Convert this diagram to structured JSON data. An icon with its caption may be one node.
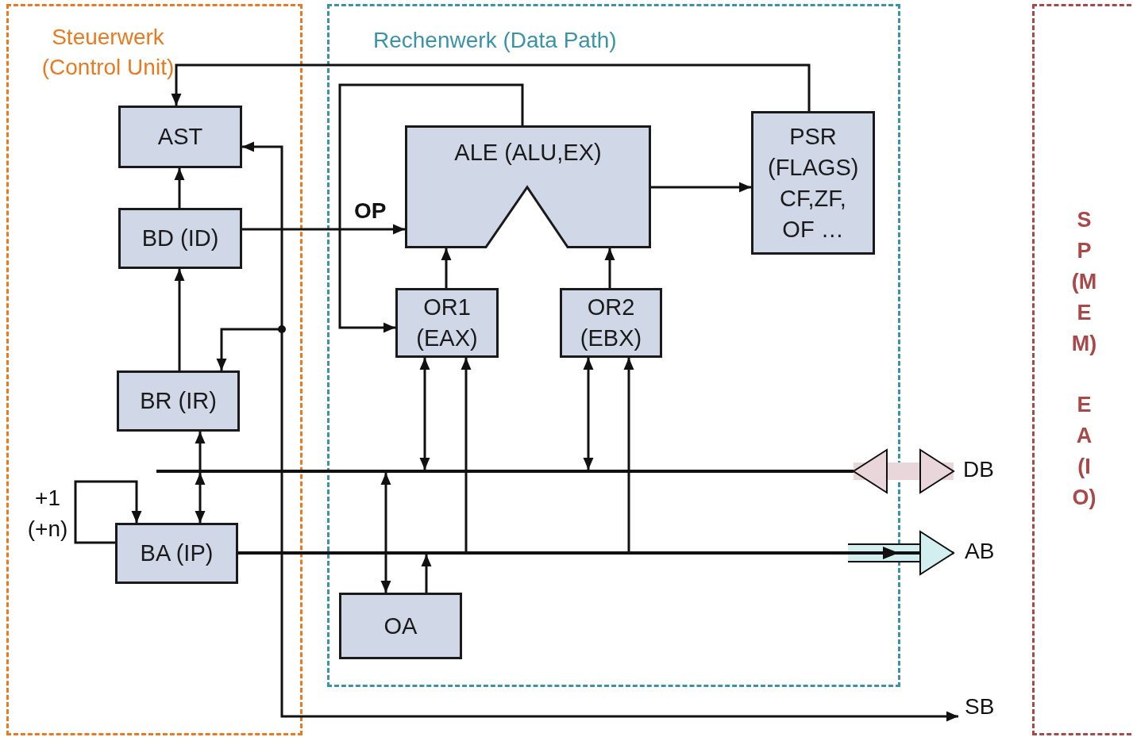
{
  "diagram": {
    "nodes": [
      {
        "text": [
          "Steuerwerk (Control Unit)"
        ]
      },
      {
        "text": [
          "AST"
        ],
        "in": 0
      },
      {
        "text": [
          "BD (ID)"
        ],
        "in": 0
      },
      {
        "text": [
          "BR (IR)"
        ],
        "in": 0
      },
      {
        "text": [
          "BA (IP)"
        ],
        "in": 0
      },
      {
        "text": [
          "Rechenwerk (Data Path)"
        ]
      },
      {
        "text": [
          "ALE (ALU,EX)"
        ],
        "in": 5
      },
      {
        "text": [
          "PSR (FLAGS) CF,ZF, OF …"
        ],
        "in": 5
      },
      {
        "text": [
          "OR1 (EAX)"
        ],
        "in": 5
      },
      {
        "text": [
          "OR2 (EBX)"
        ],
        "in": 5
      },
      {
        "text": [
          "OA"
        ],
        "in": 5
      },
      {
        "text": [
          "SP(MEM)",
          "EA(IO)"
        ]
      },
      {
        "text": [
          "DB"
        ]
      },
      {
        "text": [
          "AB"
        ]
      },
      {
        "text": [
          "SB"
        ]
      },
      {
        "text": [],
        "shape": "bar"
      }
    ],
    "edges": [
      {
        "from": 7,
        "to": 1,
        "arrow": "to"
      },
      {
        "from": 2,
        "to": 1,
        "arrow": "to"
      },
      {
        "from": 3,
        "to": 2,
        "arrow": "to"
      },
      {
        "from": 2,
        "to": 6,
        "arrow": "to",
        "label": "OP"
      },
      {
        "from": 6,
        "to": 8,
        "arrow": "to"
      },
      {
        "from": 6,
        "to": 7,
        "arrow": "to"
      },
      {
        "from": 8,
        "to": 6,
        "arrow": "to"
      },
      {
        "from": 9,
        "to": 6,
        "arrow": "to"
      },
      {
        "from": 1,
        "to": 14,
        "arrow": "both"
      },
      {
        "from": null,
        "to": 3,
        "arrow": "to"
      },
      {
        "from": 4,
        "to": 4,
        "arrow": "to",
        "label": "+1 (+n)"
      },
      {
        "from": 15,
        "to": 3,
        "arrow": "to"
      },
      {
        "from": 15,
        "to": 4,
        "arrow": "both"
      },
      {
        "from": 15,
        "to": 8,
        "arrow": "both"
      },
      {
        "from": 15,
        "to": 9,
        "arrow": "both"
      },
      {
        "from": 15,
        "to": 10,
        "arrow": "both"
      },
      {
        "from": null,
        "to": 8,
        "arrow": "to"
      },
      {
        "from": null,
        "to": 9,
        "arrow": "to"
      },
      {
        "from": 10,
        "to": null,
        "arrow": "to"
      },
      {
        "from": 15,
        "to": 12,
        "arrow": "both",
        "style": "thick",
        "color": "#e9d6db"
      },
      {
        "from": 4,
        "to": 13,
        "arrow": "to"
      }
    ]
  }
}
